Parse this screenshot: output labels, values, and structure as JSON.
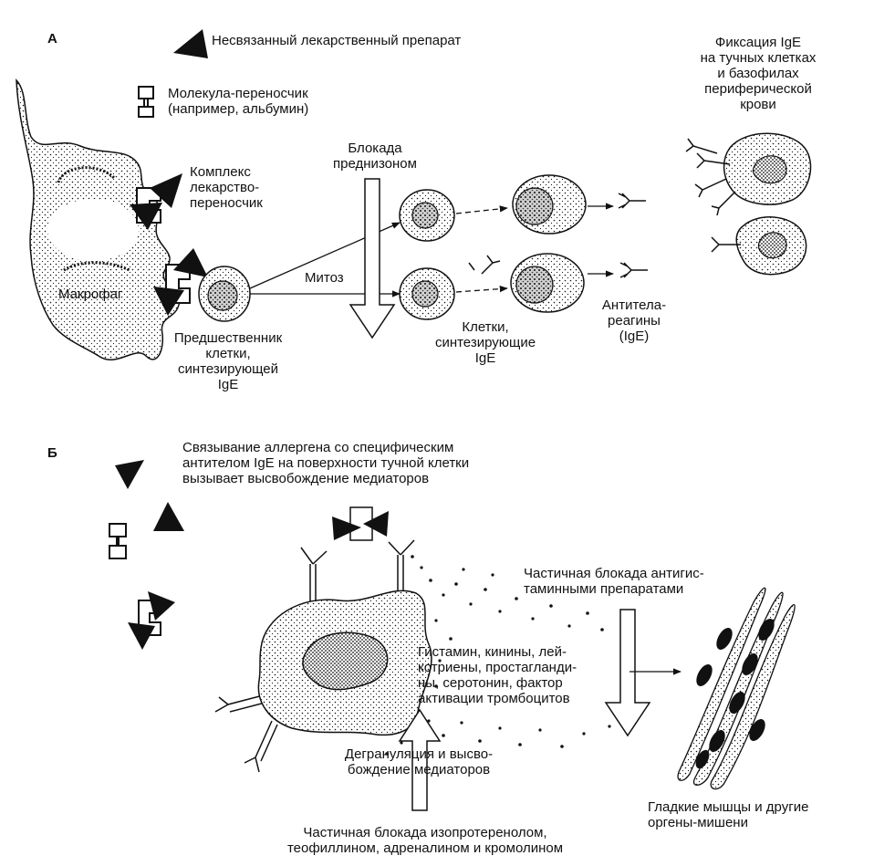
{
  "panel_a": {
    "letter": "А",
    "legend_unbound": "Несвязанный лекарственный препарат",
    "legend_carrier": "Молекула-переносчик\n(например, альбумин)",
    "complex": "Комплекс\nлекарство-\nпереносчик",
    "macrophage": "Макрофаг",
    "precursor": "Предшественник\nклетки,\nсинтезирующей\nIgE",
    "mitosis": "Митоз",
    "prednisone_block": "Блокада\nпреднизоном",
    "ige_cells": "Клетки,\nсинтезирующие\nIgE",
    "reagins": "Антитела-\nреагины\n(IgE)",
    "fixation": "Фиксация IgE\nна тучных клетках\nи базофилах\nпериферической\nкрови"
  },
  "panel_b": {
    "letter": "Б",
    "binding": "Связывание аллергена со специфическим\nантителом IgE на поверхности тучной клетки\nвызывает высвобождение медиаторов",
    "antihist_block": "Частичная блокада антигис-\nтаминными препаратами",
    "mediators": "Гистамин, кинины, лей-\nкотриены, простагланди-\nны, серотонин, фактор\nактивации тромбоцитов",
    "degranulation": "Дегрануляция и высво-\nбождение медиаторов",
    "smooth_muscle": "Гладкие мышцы и другие\nоргены-мишени",
    "iso_block": "Частичная блокада изопротеренолом,\nтеофиллином, адреналином и кромолином"
  },
  "colors": {
    "ink": "#111111",
    "paper": "#ffffff",
    "stipple": "#e6e6e6"
  }
}
